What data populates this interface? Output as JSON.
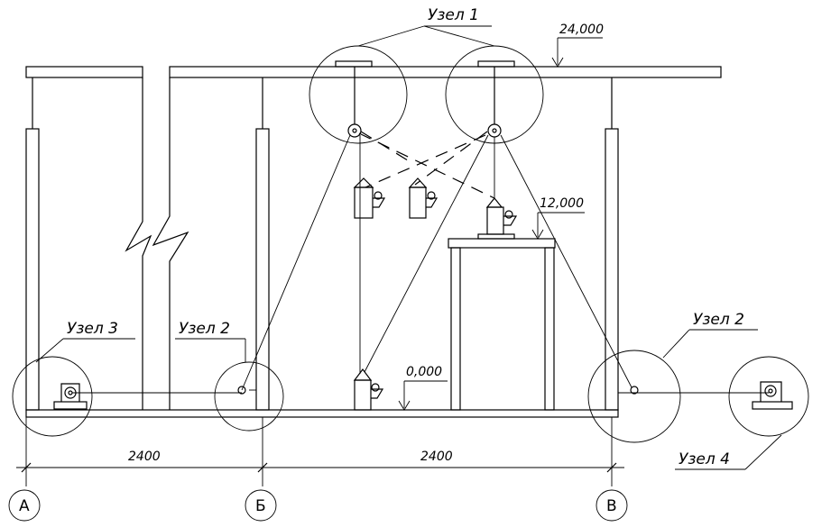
{
  "labels": {
    "node1": "Узел 1",
    "node2_left": "Узел 2",
    "node2_right": "Узел 2",
    "node3": "Узел 3",
    "node4": "Узел 4"
  },
  "elevations": {
    "top": "24,000",
    "middle": "12,000",
    "ground": "0,000"
  },
  "dimensions": {
    "span_ab": "2400",
    "span_bv": "2400"
  },
  "axes": {
    "a": "А",
    "b": "Б",
    "v": "В"
  }
}
